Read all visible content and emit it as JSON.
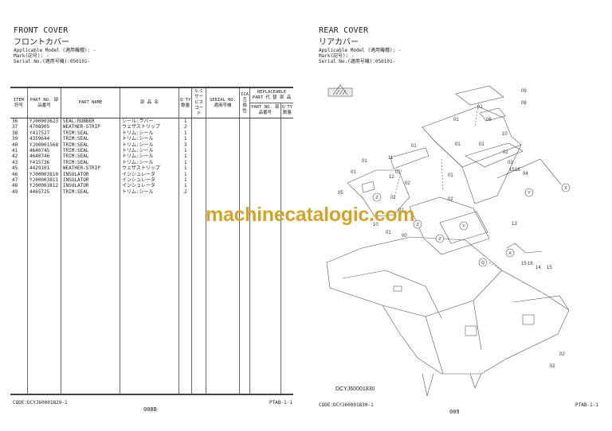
{
  "left_page": {
    "title_en": "FRONT COVER",
    "title_jp": "フロントカバー",
    "applicable_model": "Applicable Model (適用機種): -",
    "mark": "Mark(記号): -",
    "serial": "Serial No.(適用号機):050101-",
    "table": {
      "headers": {
        "item": "ITEM 符号",
        "part_no": "PART NO. 部品番号",
        "part_name": "PART NAME",
        "jp_name": "部 品 名",
        "qty": "Q'TY 数量",
        "sc": "S.C サービス コード",
        "serial_no": "SERIAL NO. 適用号機",
        "ica": "ICA 互換性",
        "replaceable": "REPLACEABLE PART 代 替 部 品",
        "rep_part_no": "PART NO. 部品番号",
        "rep_qty": "Q'TY 数量"
      },
      "rows": [
        {
          "item": "36",
          "part_no": "YJ00003623",
          "part_name": "SEAL:RUBBER",
          "jp_name": "シール:ラバー",
          "qty": "1"
        },
        {
          "item": "37",
          "part_no": "4708905",
          "part_name": "WEATHER-STRIP",
          "jp_name": "ウェザストリップ",
          "qty": "2"
        },
        {
          "item": "38",
          "part_no": "Y417527",
          "part_name": "TRIM:SEAL",
          "jp_name": "トリム:シール",
          "qty": "1"
        },
        {
          "item": "39",
          "part_no": "4359644",
          "part_name": "TRIM:SEAL",
          "jp_name": "トリム:シール",
          "qty": "1"
        },
        {
          "item": "40",
          "part_no": "YJ00001568",
          "part_name": "TRIM:SEAL",
          "jp_name": "トリム:シール",
          "qty": "3"
        },
        {
          "item": "41",
          "part_no": "4640745",
          "part_name": "TRIM:SEAL",
          "jp_name": "トリム:シール",
          "qty": "1"
        },
        {
          "item": "42",
          "part_no": "4640746",
          "part_name": "TRIM:SEAL",
          "jp_name": "トリム:シール",
          "qty": "1"
        },
        {
          "item": "43",
          "part_no": "Y415736",
          "part_name": "TRIM:SEAL",
          "jp_name": "トリム:シール",
          "qty": "1"
        },
        {
          "item": "45",
          "part_no": "4429101",
          "part_name": "WEATHER-STRIP",
          "jp_name": "ウェザストリップ",
          "qty": "1"
        },
        {
          "item": "46",
          "part_no": "YJ00003810",
          "part_name": "INSULATOR",
          "jp_name": "インシュレータ",
          "qty": "1"
        },
        {
          "item": "47",
          "part_no": "YJ00003811",
          "part_name": "INSULATOR",
          "jp_name": "インシュレータ",
          "qty": "1"
        },
        {
          "item": "48",
          "part_no": "YJ00003812",
          "part_name": "INSULATOR",
          "jp_name": "インシュレータ",
          "qty": "1"
        },
        {
          "item": "49",
          "part_no": "4465725",
          "part_name": "TRIM:SEAL",
          "jp_name": "トリム:シール",
          "qty": "2"
        }
      ]
    },
    "footer": {
      "code": "CODE:DCYJ60001829-1",
      "ptab": "PTAB-1-1",
      "page_number": "008B"
    }
  },
  "right_page": {
    "title_en": "REAR COVER",
    "title_jp": "リアカバー",
    "applicable_model": "Applicable Model (適用機種): -",
    "mark": "Mark(記号): -",
    "serial": "Serial No.(適用号機):050101-",
    "diagram": {
      "drawing_code": "DCYJ60001830",
      "callouts": [
        "01",
        "02",
        "03",
        "04",
        "05",
        "06",
        "08",
        "09",
        "10",
        "11",
        "12",
        "13",
        "14",
        "15",
        "16",
        "00"
      ],
      "reference_markers": [
        "X",
        "Y",
        "Z",
        "Q"
      ]
    },
    "footer": {
      "code": "CODE:DCYJ60001830-1",
      "ptab": "PTAB-1-1",
      "page_number": "009"
    }
  },
  "watermark": {
    "text": "machinecatalogic.com",
    "color": "#d2a52a"
  }
}
